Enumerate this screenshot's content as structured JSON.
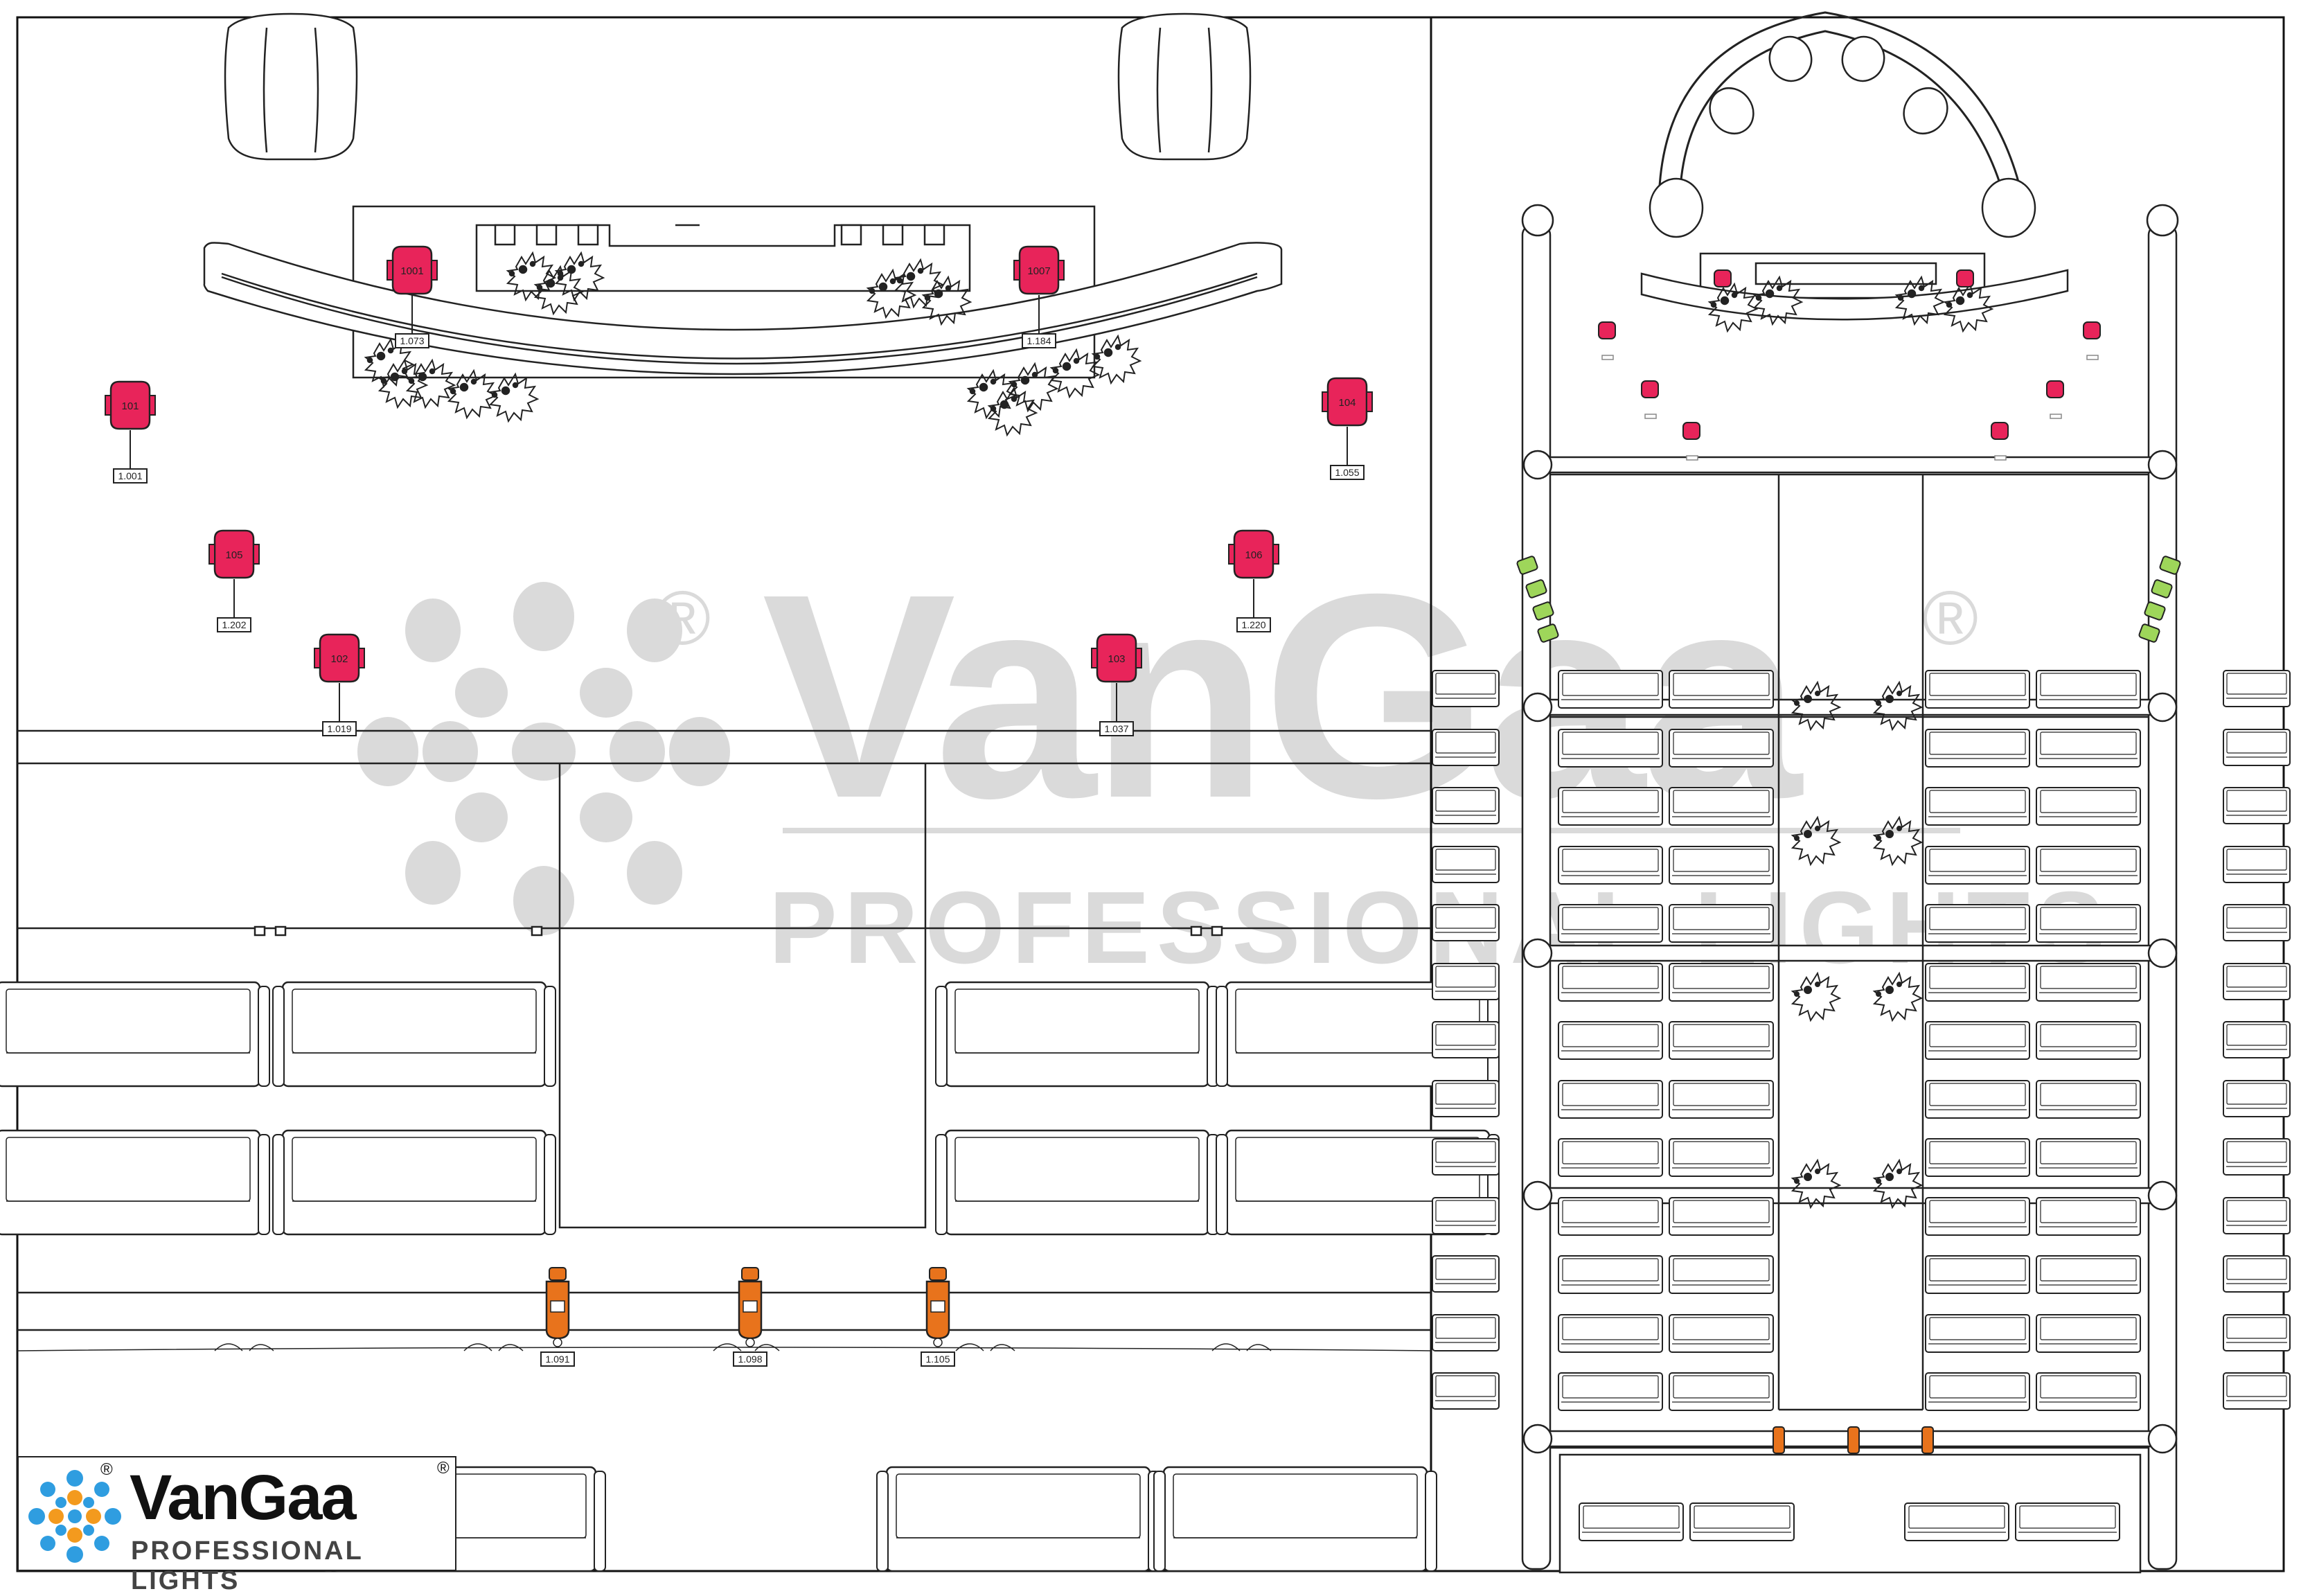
{
  "watermark": {
    "brand": "VanGaa",
    "subtitle": "PROFESSIONAL LIGHTS",
    "registered_mark": "®"
  },
  "logo": {
    "brand": "VanGaa",
    "subtitle": "PROFESSIONAL LIGHTS",
    "registered_mark": "®"
  },
  "plan_view": {
    "fixtures": [
      {
        "id": "1001",
        "label": "1.073"
      },
      {
        "id": "1007",
        "label": "1.184"
      },
      {
        "id": "101",
        "label": "1.001"
      },
      {
        "id": "104",
        "label": "1.055"
      },
      {
        "id": "105",
        "label": "1.202"
      },
      {
        "id": "106",
        "label": "1.220"
      },
      {
        "id": "102",
        "label": "1.019"
      },
      {
        "id": "103",
        "label": "1.037"
      }
    ],
    "floor_lights": [
      {
        "label": "1.091"
      },
      {
        "label": "1.098"
      },
      {
        "label": "1.105"
      }
    ]
  },
  "colors": {
    "fixture_fill": "#e8245a",
    "floor_light_fill": "#e8731c",
    "side_light_fill": "#9ed65a",
    "line": "#222222",
    "watermark": "#d4d4d4"
  }
}
